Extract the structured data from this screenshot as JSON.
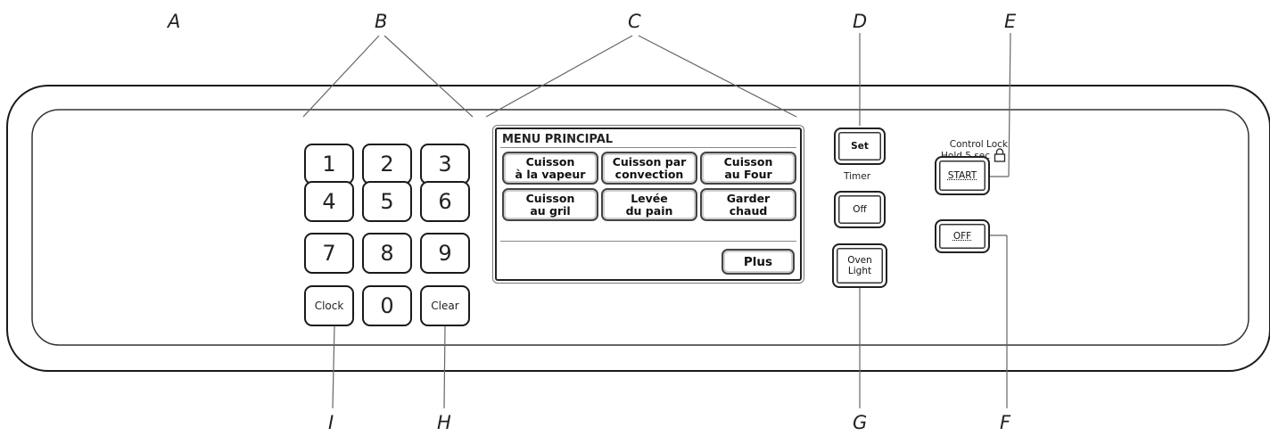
{
  "labels": {
    "a": "A",
    "b": "B",
    "c": "C",
    "d": "D",
    "e": "E",
    "f": "F",
    "g": "G",
    "h": "H",
    "i": "I"
  },
  "keypad": {
    "k1": "1",
    "k2": "2",
    "k3": "3",
    "k4": "4",
    "k5": "5",
    "k6": "6",
    "k7": "7",
    "k8": "8",
    "k9": "9",
    "clock": "Clock",
    "k0": "0",
    "clear": "Clear"
  },
  "menu": {
    "title": "MENU PRINCIPAL",
    "steam_l1": "Cuisson",
    "steam_l2": "à la vapeur",
    "convection_l1": "Cuisson par",
    "convection_l2": "convection",
    "bake_l1": "Cuisson",
    "bake_l2": "au Four",
    "broil_l1": "Cuisson",
    "broil_l2": "au gril",
    "proof_l1": "Levée",
    "proof_l2": "du pain",
    "warm_l1": "Garder",
    "warm_l2": "chaud",
    "more": "Plus"
  },
  "controls": {
    "set": "Set",
    "timer": "Timer",
    "timer_off": "Off",
    "oven_light_l1": "Oven",
    "oven_light_l2": "Light",
    "control_lock_l1": "Control Lock",
    "control_lock_l2": "Hold 5 sec",
    "start": "START",
    "off": "OFF"
  },
  "icons": {
    "lock": "lock-icon"
  }
}
